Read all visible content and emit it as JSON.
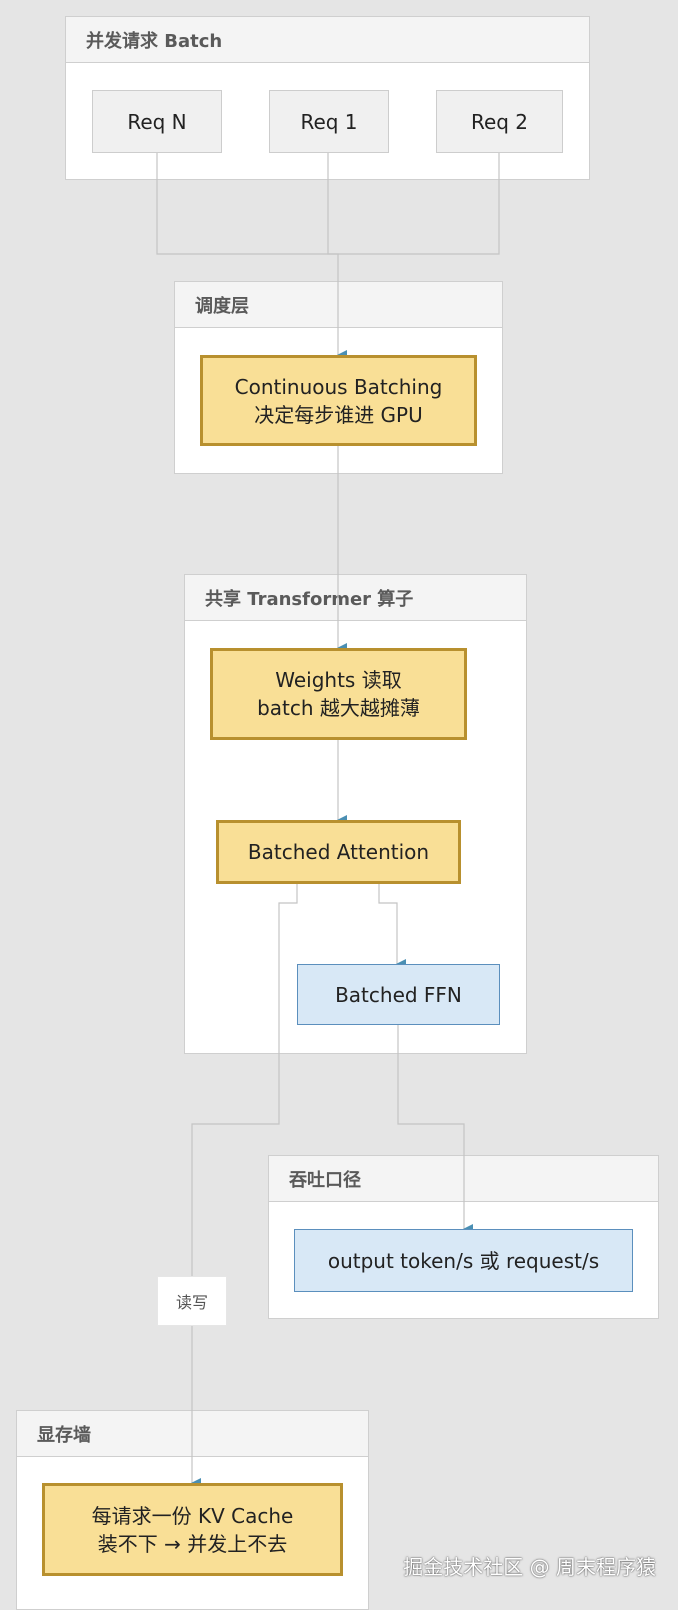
{
  "groups": {
    "batch": {
      "title": "并发请求 Batch"
    },
    "scheduler": {
      "title": "调度层"
    },
    "transformer": {
      "title": "共享 Transformer 算子"
    },
    "throughput": {
      "title": "吞吐口径"
    },
    "memory": {
      "title": "显存墙"
    }
  },
  "nodes": {
    "req_n": "Req N",
    "req_1": "Req 1",
    "req_2": "Req 2",
    "continuous_batching": "Continuous Batching\n决定每步谁进 GPU",
    "weights": "Weights 读取\nbatch 越大越摊薄",
    "attention": "Batched Attention",
    "ffn": "Batched FFN",
    "output": "output token/s 或 request/s",
    "kv_cache": "每请求一份 KV Cache\n装不下 → 并发上不去"
  },
  "edge_labels": {
    "read_write": "读写"
  },
  "watermark": "掘金技术社区 @ 周末程序猿",
  "colors": {
    "background": "#e5e5e5",
    "highlight_fill": "#f9df96",
    "highlight_border": "#b8902e",
    "blue_fill": "#d8e8f6",
    "blue_border": "#5b8fbd",
    "edge": "#c4c4c4",
    "arrowhead": "#4a8fb3"
  }
}
